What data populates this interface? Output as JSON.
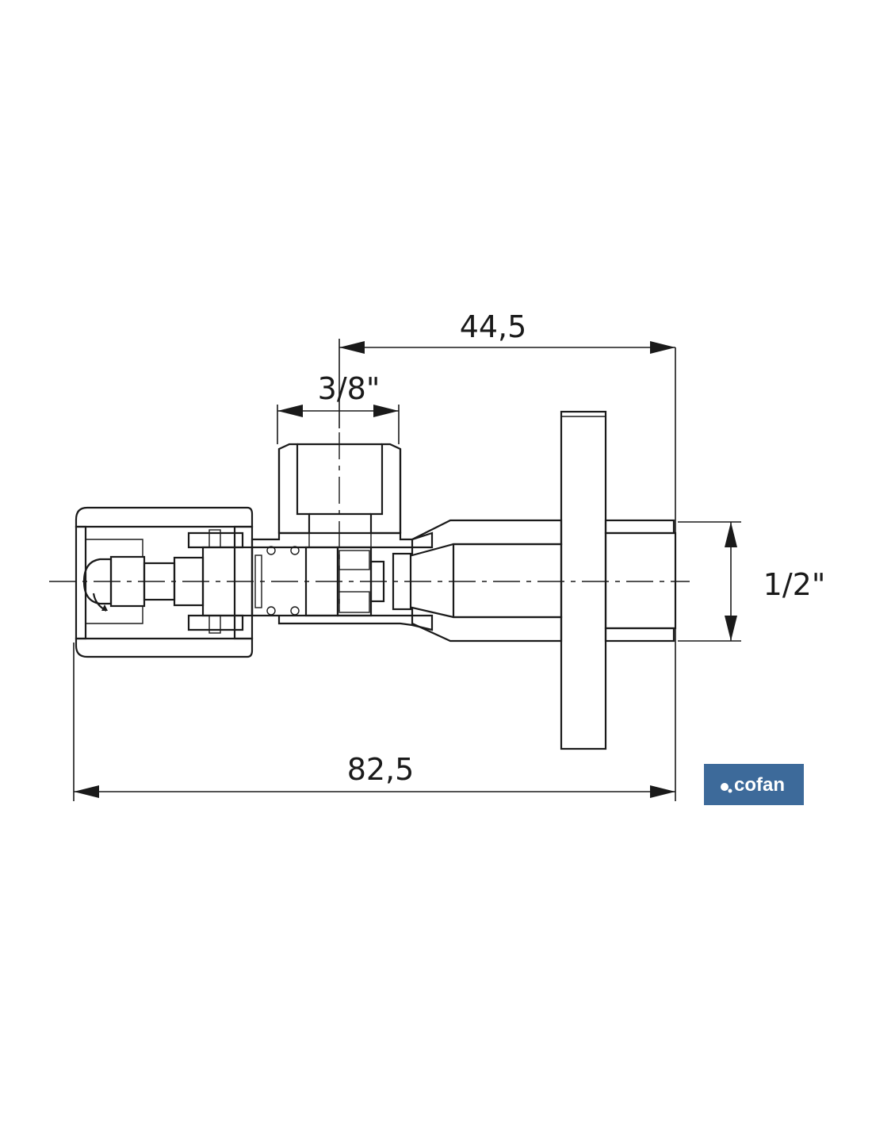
{
  "dimensions": {
    "outlet_to_inlet": "44,5",
    "outlet_thread": "3/8\"",
    "inlet_thread": "1/2\"",
    "overall_length": "82,5"
  },
  "logo": {
    "text": "cofan",
    "background": "#3d6a9a"
  },
  "colors": {
    "line": "#1a1a1a",
    "escutcheon_fill": "#c4c4c4"
  }
}
